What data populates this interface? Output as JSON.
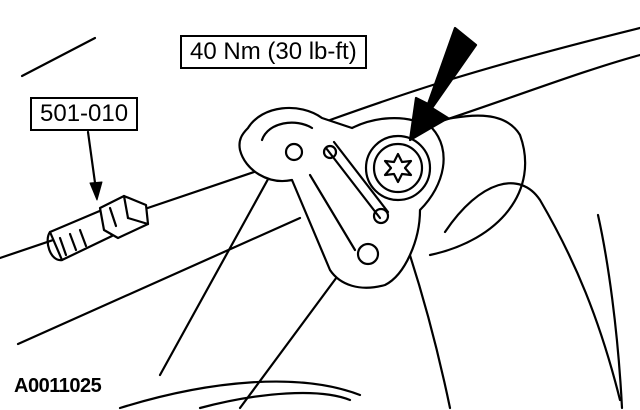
{
  "labels": {
    "torque_spec": "40 Nm (30 lb-ft)",
    "tool_number": "501-010",
    "figure_id": "A0011025"
  },
  "colors": {
    "line": "#000000",
    "background": "#ffffff"
  },
  "icons": {
    "fastener": "torx-bolt-icon",
    "tool": "torx-socket-icon",
    "pointer": "arrow-icon"
  }
}
